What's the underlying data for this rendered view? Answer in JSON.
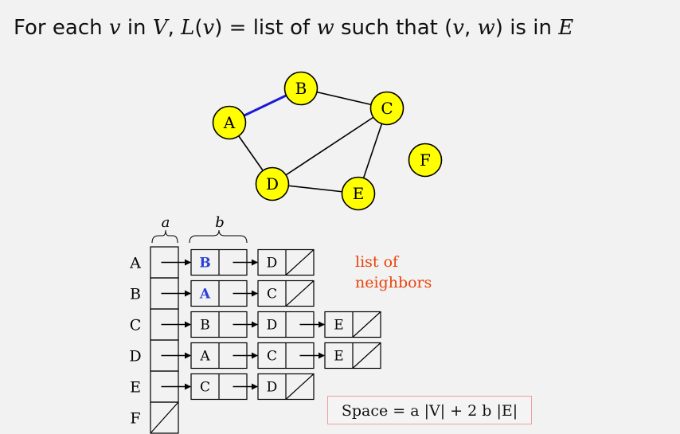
{
  "title": {
    "t1": "For each ",
    "v1": "v",
    "t2": " in ",
    "V": "V",
    "t3": ", ",
    "L": "L",
    "t4": "(",
    "v2": "v",
    "t5": ") = list of ",
    "w1": "w",
    "t6": " such that (",
    "v3": "v",
    "t7": ", ",
    "w2": "w",
    "t8": ") is in ",
    "E": "E"
  },
  "graph": {
    "nodes": [
      {
        "id": "A"
      },
      {
        "id": "B"
      },
      {
        "id": "C"
      },
      {
        "id": "D"
      },
      {
        "id": "E"
      },
      {
        "id": "F"
      }
    ],
    "edges": [
      {
        "from": "A",
        "to": "B",
        "highlight": true
      },
      {
        "from": "B",
        "to": "C",
        "highlight": false
      },
      {
        "from": "A",
        "to": "D",
        "highlight": false
      },
      {
        "from": "D",
        "to": "C",
        "highlight": false
      },
      {
        "from": "D",
        "to": "E",
        "highlight": false
      },
      {
        "from": "E",
        "to": "C",
        "highlight": false
      }
    ],
    "node_fill": "#ffff00",
    "highlight_color": "#1a1ad8"
  },
  "adjacency": {
    "label_a": "a",
    "label_b": "b",
    "rows": [
      {
        "vertex": "A",
        "list": [
          "B",
          "D"
        ],
        "highlight_first": true
      },
      {
        "vertex": "B",
        "list": [
          "A",
          "C"
        ],
        "highlight_first": true
      },
      {
        "vertex": "C",
        "list": [
          "B",
          "D",
          "E"
        ],
        "highlight_first": false
      },
      {
        "vertex": "D",
        "list": [
          "A",
          "C",
          "E"
        ],
        "highlight_first": false
      },
      {
        "vertex": "E",
        "list": [
          "C",
          "D"
        ],
        "highlight_first": false
      },
      {
        "vertex": "F",
        "list": [],
        "highlight_first": false
      }
    ],
    "highlight_color": "#2a3fd8"
  },
  "note": {
    "line1": "list of",
    "line2": "neighbors",
    "color": "#e8430c"
  },
  "space_formula": "Space = a |V| + 2 b |E|"
}
